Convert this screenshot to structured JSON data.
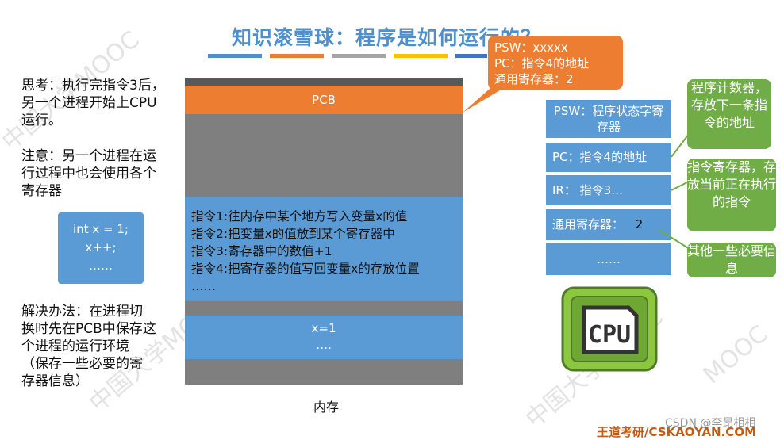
{
  "title": "知识滚雪球：程序是如何运行的？",
  "accent_bars": [
    "#4d8fcf",
    "#ed7d31",
    "#a5a5a5",
    "#ffc000",
    "#4472c4"
  ],
  "left": {
    "think": [
      "思考：执行完指令3后，",
      "另一个进程开始上CPU",
      "运行。"
    ],
    "note": [
      "注意：另一个进程在运",
      "行过程中也会使用各个",
      "寄存器"
    ],
    "code": [
      "int x = 1;",
      "x++;",
      "……"
    ],
    "solution": [
      "解决办法：在进程切",
      "换时先在PCB中保存这",
      "个进程的运行环境",
      "（保存一些必要的寄",
      "存器信息）"
    ]
  },
  "memory": {
    "pcb": "PCB",
    "instructions": [
      "指令1:往内存中某个地方写入变量x的值",
      "指令2:把变量x的值放到某个寄存器中",
      "指令3:寄存器中的数值+1",
      "指令4:把寄存器的值写回变量x的存放位置",
      "……"
    ],
    "data": [
      "x=1",
      "…."
    ],
    "label": "内存"
  },
  "callout": [
    "PSW：xxxxx",
    "PC：指令4的地址",
    "通用寄存器：2"
  ],
  "registers": {
    "psw": "PSW：程序状态字寄存器",
    "pc": "PC：指令4的地址",
    "ir": "IR：  指令3…",
    "general_label": "通用寄存器：",
    "general_value": "2",
    "more": "……"
  },
  "notes": {
    "pc": "程序计数器，存放下一条指令的地址",
    "ir": "指令寄存器，存放当前正在执行的指令",
    "other": "其他一些必要信息"
  },
  "cpu_label": "CPU",
  "footer": "王道考研/CSKAOYAN.COM",
  "csdn": "CSDN @李昂相相"
}
